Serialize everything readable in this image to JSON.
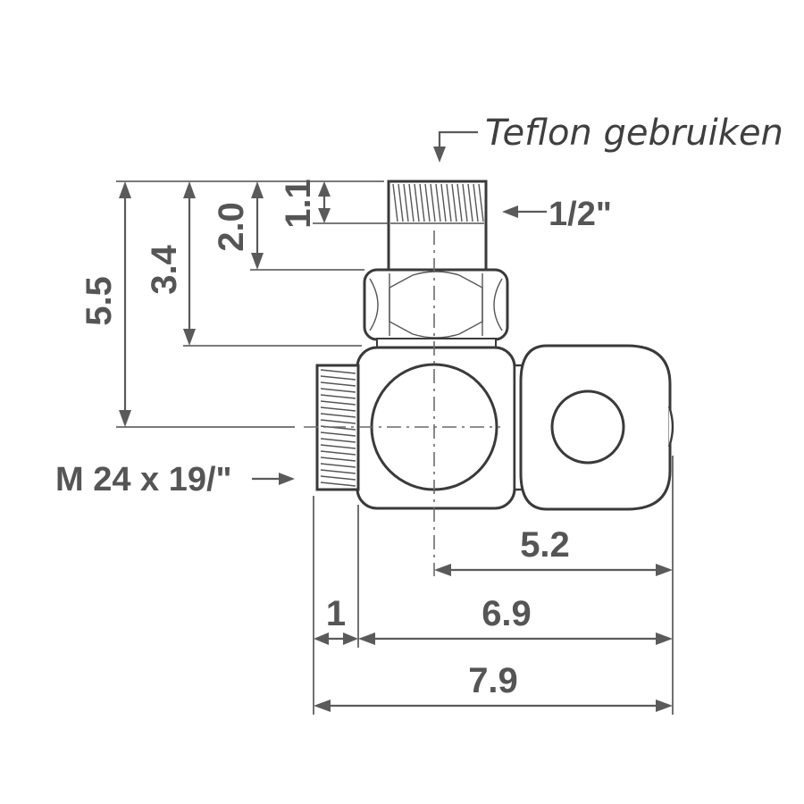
{
  "annotations": {
    "teflon": "Teflon gebruiken",
    "thread_top": "1/2\"",
    "thread_side": "M 24 x 19/\""
  },
  "dimensions": {
    "v_5_5": "5.5",
    "v_3_4": "3.4",
    "v_2_0": "2.0",
    "v_1_1": "1.1",
    "h_5_2": "5.2",
    "h_1": "1",
    "h_6_9": "6.9",
    "h_7_9": "7.9"
  },
  "icons": {
    "arrow_down": "arrow-down-icon",
    "arrow_left": "arrow-left-icon",
    "arrow_right": "arrow-right-icon"
  }
}
